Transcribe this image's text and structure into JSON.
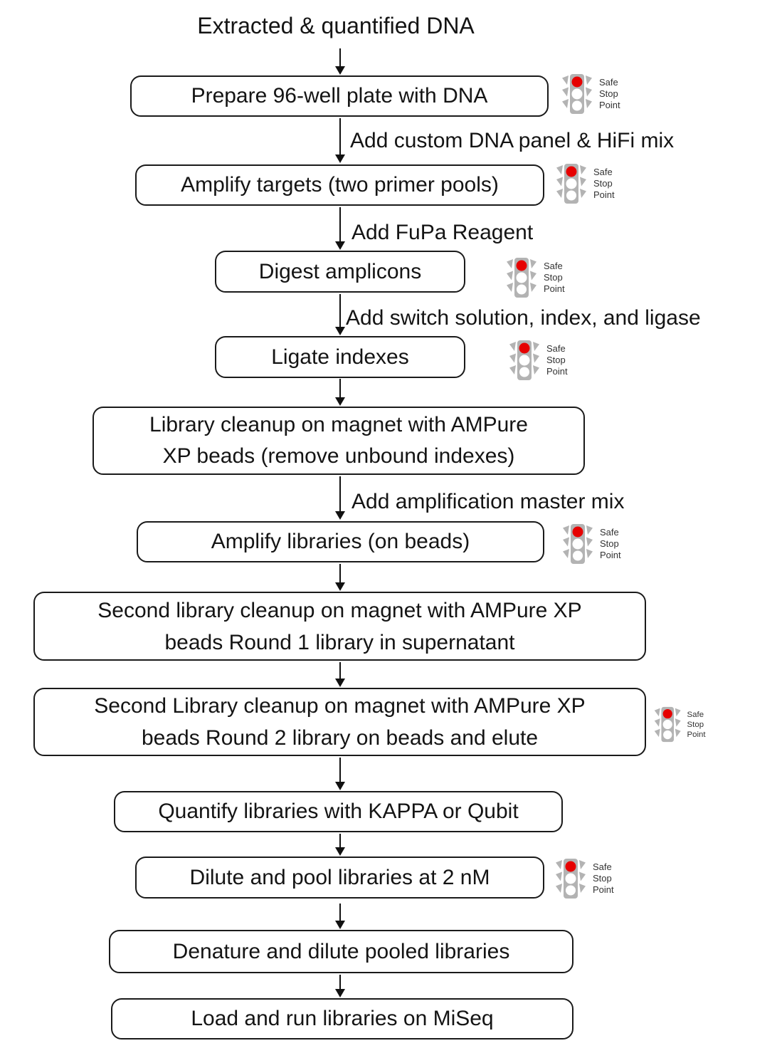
{
  "title": "Extracted & quantified DNA",
  "nodes": [
    {
      "label": "Prepare 96-well plate with DNA",
      "safe_stop_point": true
    },
    {
      "label": "Amplify targets (two primer pools)",
      "safe_stop_point": true
    },
    {
      "label": "Digest amplicons",
      "safe_stop_point": true
    },
    {
      "label": "Ligate indexes",
      "safe_stop_point": true
    },
    {
      "label": "Library cleanup on magnet with AMPure\nXP beads (remove unbound indexes)",
      "safe_stop_point": false
    },
    {
      "label": "Amplify libraries (on beads)",
      "safe_stop_point": true
    },
    {
      "label": "Second library cleanup on magnet with AMPure XP\nbeads Round 1 library in supernatant",
      "safe_stop_point": false
    },
    {
      "label": "Second Library cleanup on magnet with AMPure XP\nbeads Round 2 library on beads and elute",
      "safe_stop_point": true
    },
    {
      "label": "Quantify libraries with KAPPA or Qubit",
      "safe_stop_point": false
    },
    {
      "label": "Dilute and pool libraries at 2 nM",
      "safe_stop_point": true
    },
    {
      "label": "Denature and dilute pooled libraries",
      "safe_stop_point": false
    },
    {
      "label": "Load and run libraries on MiSeq",
      "safe_stop_point": false
    }
  ],
  "edge_labels": [
    "Add custom DNA panel & HiFi mix",
    "Add FuPa Reagent",
    "Add switch solution, index, and ligase",
    "Add amplification master mix"
  ],
  "safe_stop": {
    "line1": "Safe",
    "line2": "Stop",
    "line3": "Point"
  },
  "colors": {
    "stop_light_red": "#e60000",
    "traffic_light_gray": "#b3b3b3",
    "box_border": "#1a1a1a",
    "text": "#141414"
  }
}
